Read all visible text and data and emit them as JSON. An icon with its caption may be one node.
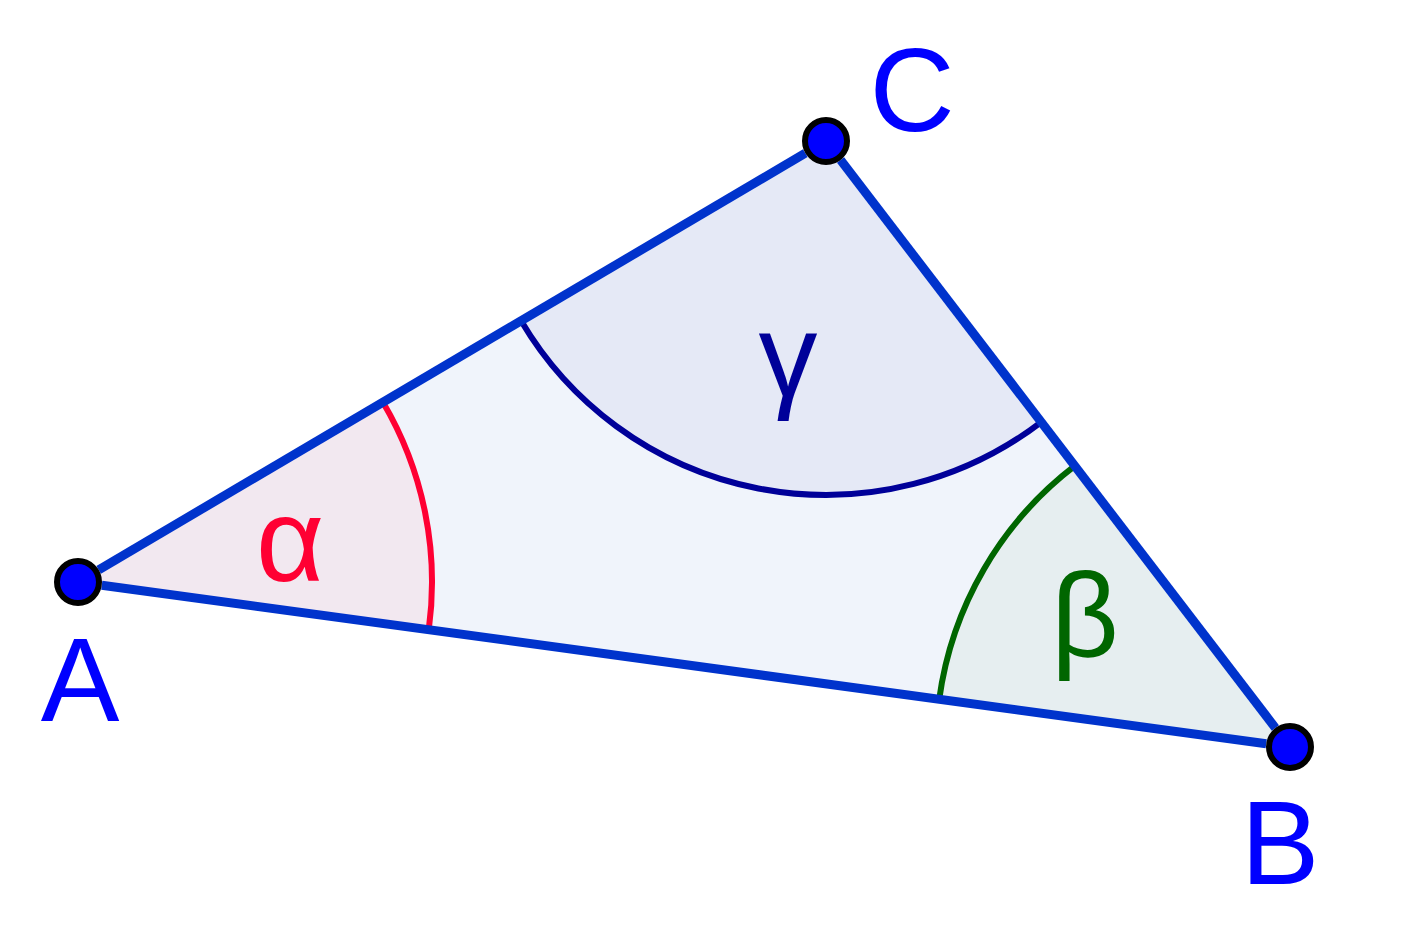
{
  "diagram": {
    "nodes": [
      {
        "text": [
          "A"
        ]
      },
      {
        "text": [
          "B"
        ]
      },
      {
        "text": [
          "C"
        ]
      }
    ],
    "edges": [
      {
        "from": 0,
        "to": 1,
        "arrow": "none"
      },
      {
        "from": 1,
        "to": 2,
        "arrow": "none"
      },
      {
        "from": 2,
        "to": 0,
        "arrow": "none"
      }
    ],
    "labels": [
      "γ",
      "α",
      "β"
    ]
  }
}
